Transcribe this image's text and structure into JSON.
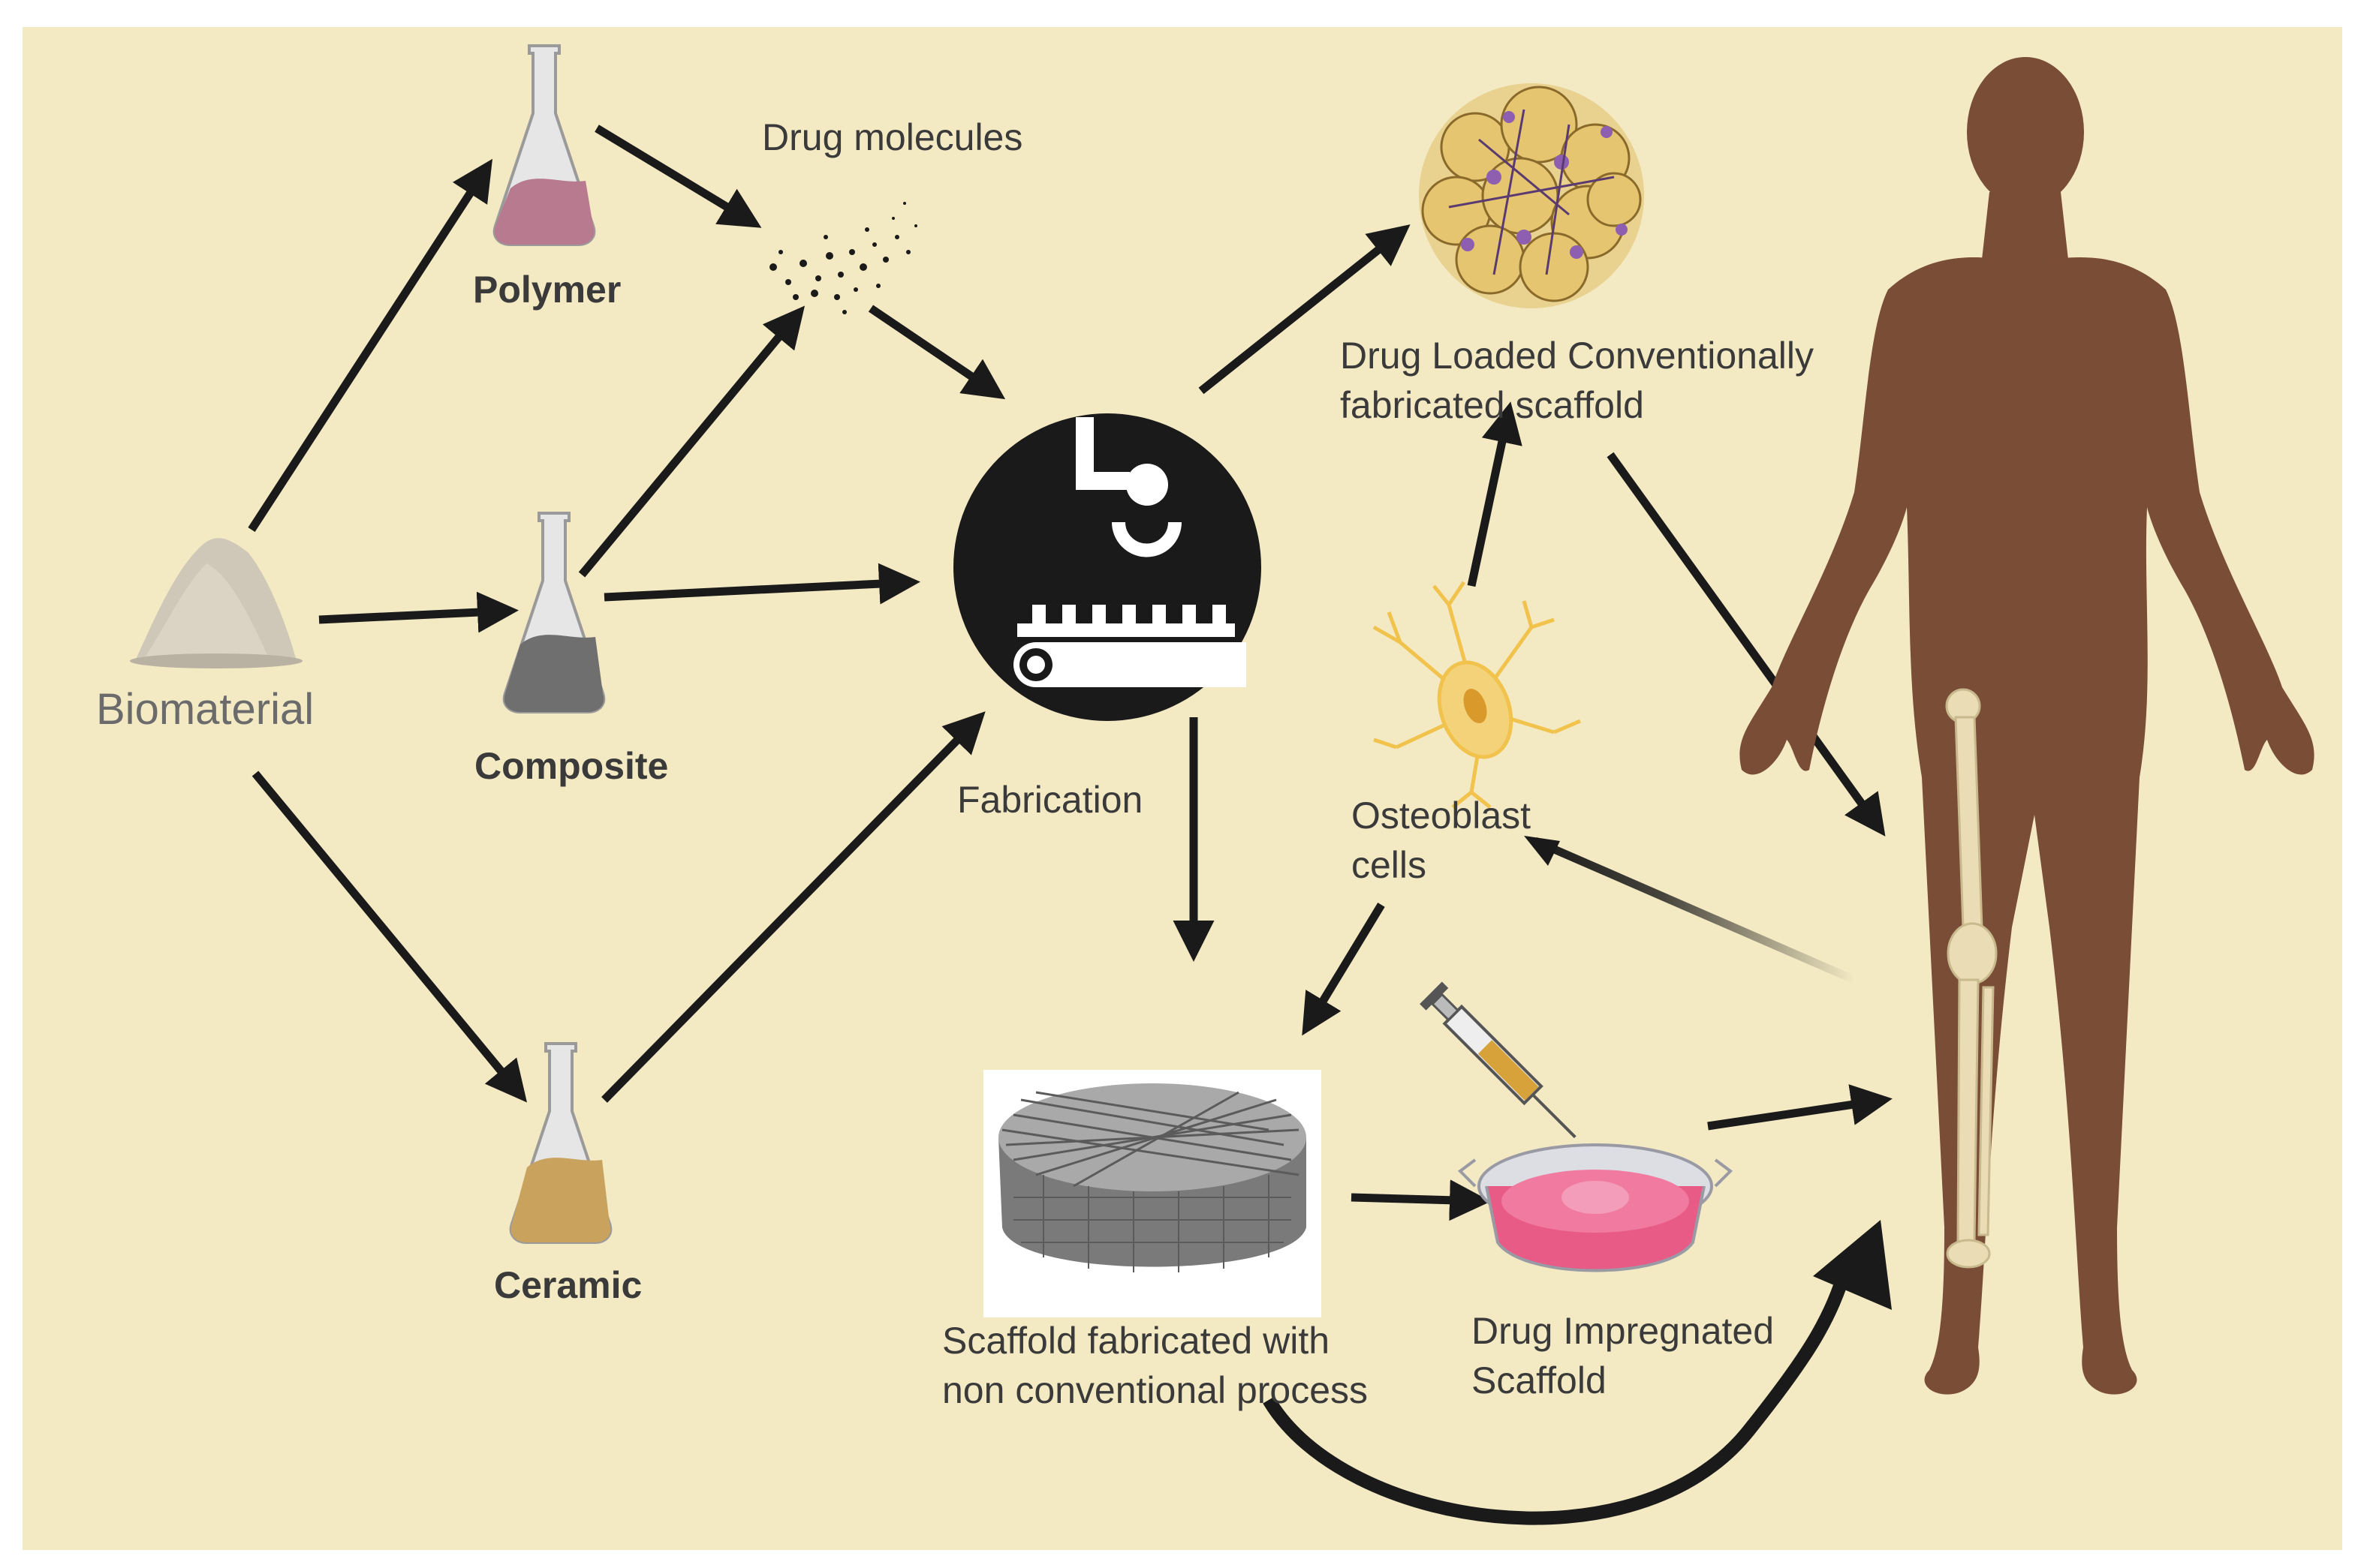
{
  "colors": {
    "background": "#f3e9c3",
    "arrow": "#1a1a1a",
    "skin": "#7a4d36",
    "bone": "#eadcb4",
    "polymer_fill": "#b77a8f",
    "composite_fill": "#6f6f6f",
    "ceramic_fill": "#c9a25e",
    "scaffold_gray": "#8a8a8a",
    "dish_pink": "#e85b86",
    "cell_yellow": "#f1c24c"
  },
  "icons": [
    "powder-pile-icon",
    "flask-icon",
    "drug-molecules-icon",
    "fabrication-robot-icon",
    "scaffold-sphere-icon",
    "osteoblast-cell-icon",
    "lattice-scaffold-icon",
    "syringe-icon",
    "petri-dish-icon",
    "human-body-icon",
    "leg-bone-icon"
  ],
  "labels": {
    "biomaterial": "Biomaterial",
    "polymer": "Polymer",
    "composite": "Composite",
    "ceramic": "Ceramic",
    "drug_molecules": "Drug molecules",
    "fabrication": "Fabrication",
    "drug_loaded_line1": "Drug Loaded Conventionally",
    "drug_loaded_line2": "fabricated scaffold",
    "osteoblast_line1": "Osteoblast",
    "osteoblast_line2": "cells",
    "scaffold_line1": "Scaffold fabricated with",
    "scaffold_line2": "non conventional process",
    "impregnated_line1": "Drug Impregnated",
    "impregnated_line2": "Scaffold"
  }
}
